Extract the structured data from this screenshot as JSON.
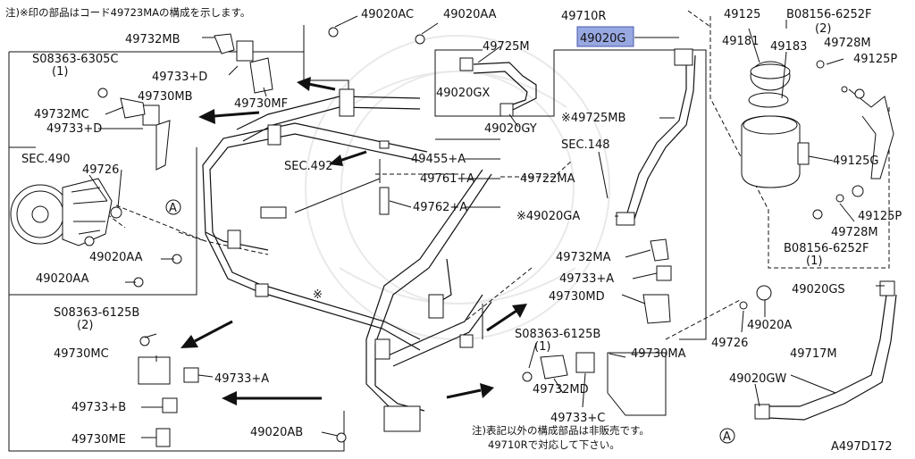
{
  "note_top": "注)※印の部品はコード49723MAの構成を示します。",
  "note_bottom_1": "注)表記以外の構成部品は非販売です。",
  "note_bottom_2": "49710Rで対応して下さい。",
  "diagram_id": "A497D172",
  "highlighted_part": "49020G",
  "labels": {
    "p49020AC": "49020AC",
    "p49020AA_top": "49020AA",
    "p49710R": "49710R",
    "p49020G": "49020G",
    "p49125": "49125",
    "p08156_top": "B08156-6252F",
    "p08156_top_qty": "(2)",
    "p49732MB": "49732MB",
    "p08363_6305C": "S08363-6305C",
    "p08363_6305C_qty": "(1)",
    "p49733D_top": "49733+D",
    "p49725M": "49725M",
    "p49181": "49181",
    "p49183": "49183",
    "p49728M_top": "49728M",
    "p49125P_top": "49125P",
    "p49730MB": "49730MB",
    "p49732MC": "49732MC",
    "p49730MF": "49730MF",
    "p49020GX": "49020GX",
    "p49733D_mid": "49733+D",
    "p49020GY": "49020GY",
    "p49725MB": "※49725MB",
    "pSEC148": "SEC.148",
    "pSEC490": "SEC.490",
    "p49726_left": "49726",
    "pSEC492": "SEC.492",
    "p49455A": "49455+A",
    "p49761A": "49761+A",
    "p49722MA": "49722MA",
    "p49125G": "49125G",
    "p49762A": "49762+A",
    "p49020GA": "※49020GA",
    "p49125P_bot": "49125P",
    "p49728M_bot": "49728M",
    "p08156_bot": "B08156-6252F",
    "p08156_bot_qty": "(1)",
    "p49020AA_1": "49020AA",
    "p49020AA_2": "49020AA",
    "p49732MA": "49732MA",
    "p49733A_right": "49733+A",
    "p49730MD": "49730MD",
    "p49020GS": "49020GS",
    "p49020A": "49020A",
    "p08363_6125B_left": "S08363-6125B",
    "p08363_6125B_left_qty": "(2)",
    "p08363_6125B_right": "S08363-6125B",
    "p08363_6125B_right_qty": "(1)",
    "p49726_right": "49726",
    "p49730MC": "49730MC",
    "p49730MA": "49730MA",
    "p49717M": "49717M",
    "p49733A_left": "49733+A",
    "p49732MD": "49732MD",
    "p49020GW": "49020GW",
    "p49733B": "49733+B",
    "p49733C": "49733+C",
    "p49730ME": "49730ME",
    "p49020AB": "49020AB",
    "pStar": "※",
    "refA": "A"
  }
}
